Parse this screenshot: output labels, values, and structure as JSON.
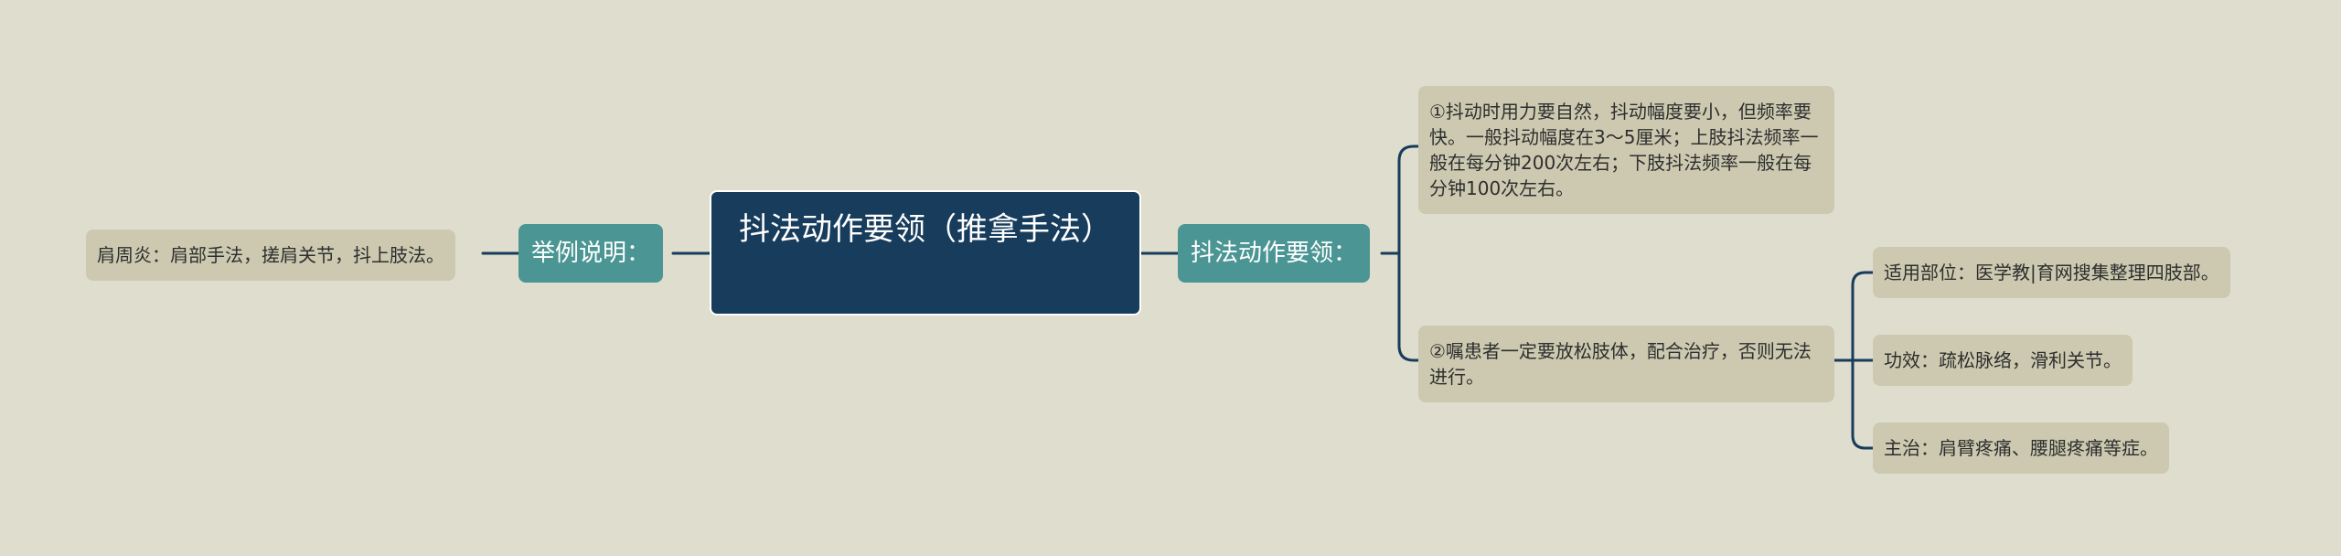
{
  "colors": {
    "background": "#dfddcd",
    "root_fill": "#173c5c",
    "branch_fill": "#4b9694",
    "leaf_fill": "#ccc9b0",
    "connector": "#173c5c"
  },
  "root": {
    "label": "抖法动作要领（推拿手法）"
  },
  "left": {
    "branch": "举例说明：",
    "leaf": "肩周炎：肩部手法，搓肩关节，抖上肢法。"
  },
  "right": {
    "branch": "抖法动作要领：",
    "point1": "①抖动时用力要自然，抖动幅度要小，但频率要快。一般抖动幅度在3～5厘米；上肢抖法频率一般在每分钟200次左右；下肢抖法频率一般在每分钟100次左右。",
    "point2": "②嘱患者一定要放松肢体，配合治疗，否则无法进行。",
    "details": [
      "适用部位：医学教|育网搜集整理四肢部。",
      "功效：疏松脉络，滑利关节。",
      "主治：肩臂疼痛、腰腿疼痛等症。"
    ]
  }
}
